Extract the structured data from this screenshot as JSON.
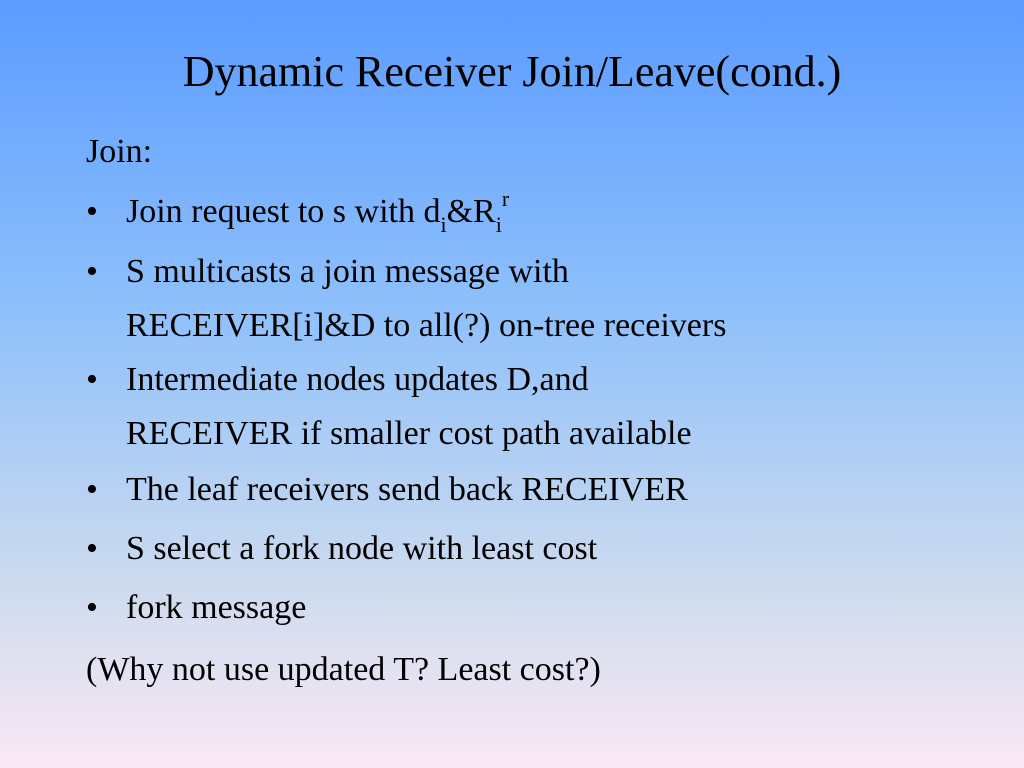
{
  "slide": {
    "title": "Dynamic Receiver Join/Leave(cond.)",
    "intro": "Join:",
    "bullet_glyph": "•",
    "items": [
      {
        "prefix": "Join request to s with d",
        "sub1": "i",
        "middle": "&R",
        "sub2": "i",
        "sup2": "r"
      },
      {
        "line1": "S multicasts a join message  with",
        "line2": "RECEIVER[i]&D to all(?) on-tree receivers"
      },
      {
        "line1": "Intermediate nodes updates D,and",
        "line2": "RECEIVER if smaller cost path available"
      },
      {
        "text": "The leaf receivers send back RECEIVER"
      },
      {
        "text": "S select a fork node with least cost"
      },
      {
        "text": "fork message"
      }
    ],
    "closing": "(Why not use updated T? Least cost?)"
  }
}
